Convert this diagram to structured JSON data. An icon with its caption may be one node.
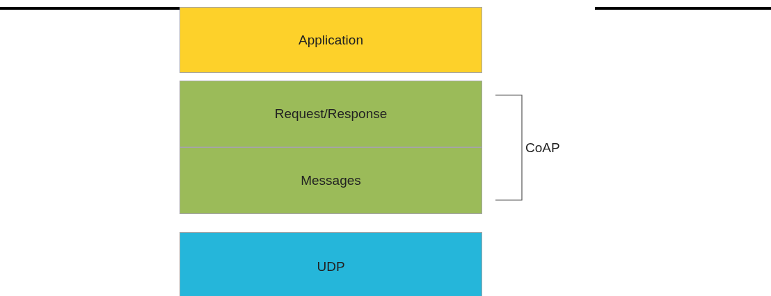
{
  "diagram": {
    "nodes": [
      {
        "text": [
          "Application"
        ]
      },
      {
        "text": [
          "Request/Response"
        ]
      },
      {
        "text": [
          "Messages"
        ]
      },
      {
        "text": [
          "UDP"
        ]
      }
    ],
    "labels": [
      "CoAP"
    ]
  }
}
